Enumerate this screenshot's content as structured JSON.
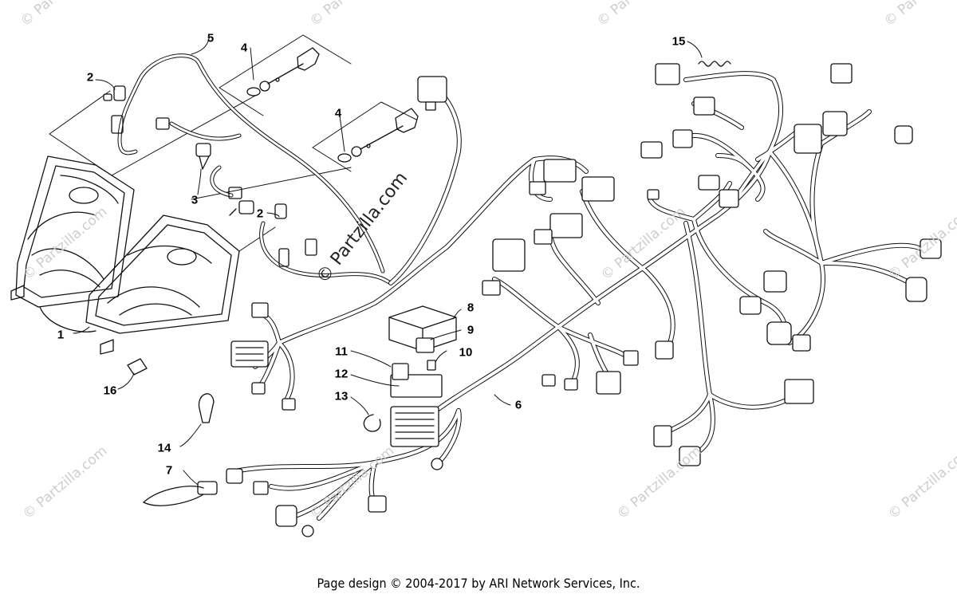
{
  "watermark": {
    "corner_text": "© Partzilla.com",
    "center_text": "© Partzilla.com"
  },
  "callouts": {
    "c1": "1",
    "c2a": "2",
    "c2b": "2",
    "c3": "3",
    "c4a": "4",
    "c4b": "4",
    "c5": "5",
    "c6": "6",
    "c7": "7",
    "c8": "8",
    "c9": "9",
    "c10": "10",
    "c11": "11",
    "c12": "12",
    "c13": "13",
    "c14": "14",
    "c15": "15",
    "c16": "16"
  },
  "footer": {
    "text": "Page design © 2004-2017 by ARI Network Services, Inc."
  }
}
